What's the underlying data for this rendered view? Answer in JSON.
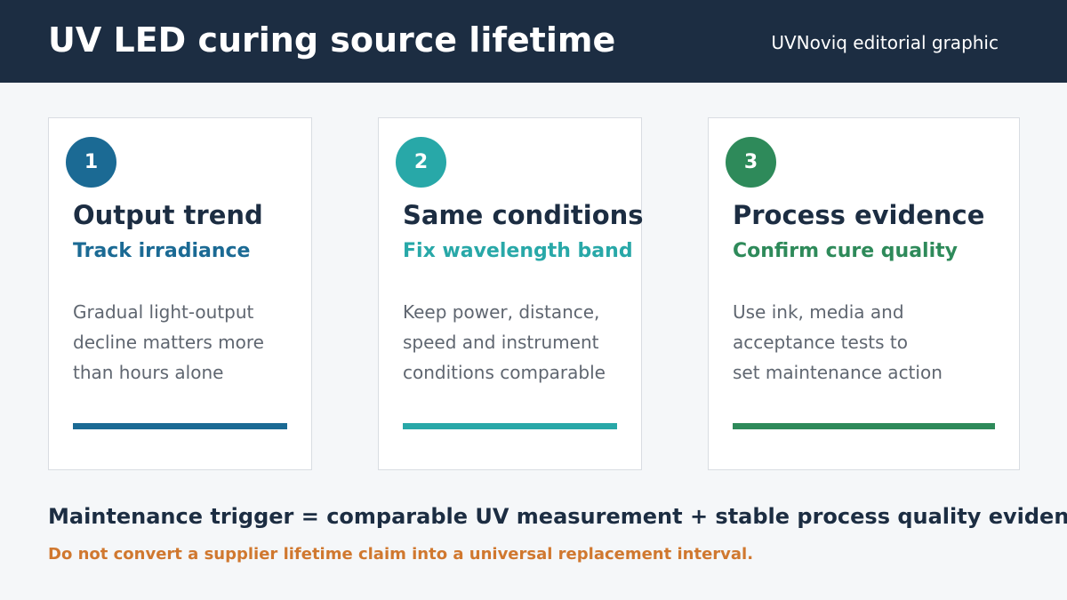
{
  "header": {
    "title": "UV LED curing source lifetime",
    "credit": "UVNoviq editorial graphic",
    "background": "#1c2d42"
  },
  "cards": [
    {
      "number": "1",
      "title": "Output trend",
      "subtitle": "Track irradiance",
      "body": [
        "Gradual light-output",
        "decline matters more",
        "than hours alone"
      ],
      "accent": "#1b6a94"
    },
    {
      "number": "2",
      "title": "Same conditions",
      "subtitle": "Fix wavelength band",
      "body": [
        "Keep power, distance,",
        "speed and instrument",
        "conditions comparable"
      ],
      "accent": "#28a8a8"
    },
    {
      "number": "3",
      "title": "Process evidence",
      "subtitle": "Confirm cure quality",
      "body": [
        "Use ink, media and",
        "acceptance tests to",
        "set maintenance action"
      ],
      "accent": "#2e8a5a"
    }
  ],
  "footer": {
    "headline": "Maintenance trigger = comparable UV measurement + stable process quality evidence",
    "note": "Do not convert a supplier lifetime claim into a universal replacement interval.",
    "note_color": "#d0782f"
  }
}
